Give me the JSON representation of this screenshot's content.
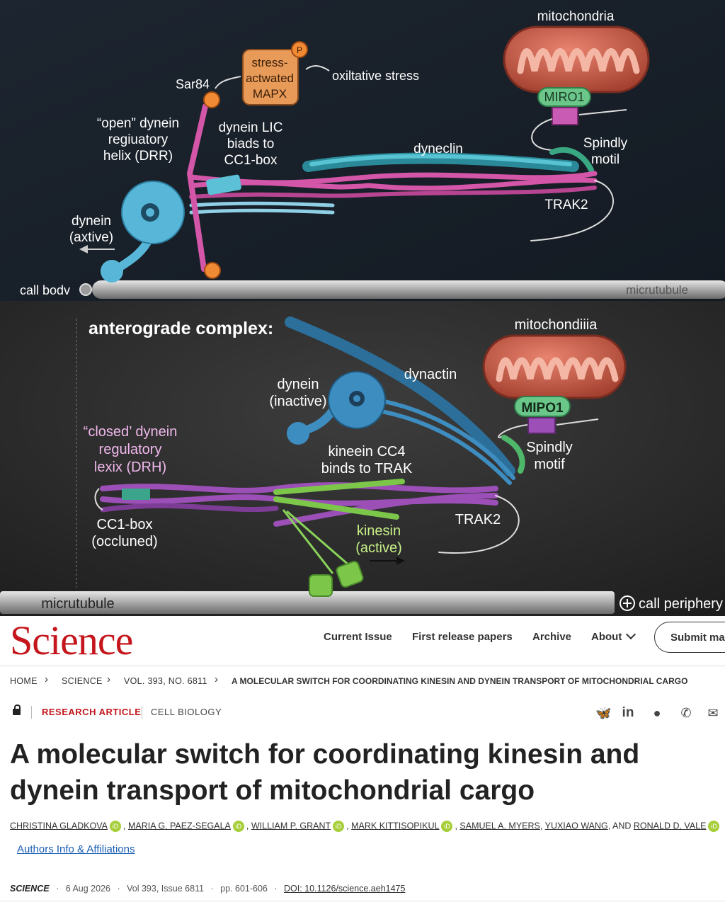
{
  "figure": {
    "top": {
      "mito_label": "mitochondria",
      "miro_label": "MIRO1",
      "mapk_label": [
        "stress-",
        "actwated",
        "MAPX"
      ],
      "phospho_label": "P",
      "sar_label": "Sar84",
      "stress_label": "oxiltative stress",
      "drr_label": [
        "“open” dynein",
        "regiuatory",
        "helix (DRR)"
      ],
      "lic_label": [
        "dynein LIC",
        "biads to",
        "CC1-box"
      ],
      "dynactin_label": "dyneclin",
      "spindly_label": [
        "Spindly",
        "motil"
      ],
      "trak_label": "TRAK2",
      "dynein_label": [
        "dynein",
        "(axtive)"
      ],
      "cellbody_label": "call bodv",
      "mt_label": "micrutubule"
    },
    "bottom": {
      "heading": "anterograde complex:",
      "mito_label": "mitochondiiia",
      "miro_label": "MIPO1",
      "dynactin_label": "dynactin",
      "dynein_label": [
        "dynein",
        "(inactive)"
      ],
      "drh_label": [
        "“closed’ dynein",
        "regulatory",
        "lexix (DRH)"
      ],
      "kinesin_cc_label": [
        "kineein CC4",
        "binds to TRAK"
      ],
      "spindly_label": [
        "Spindly",
        "motif"
      ],
      "trak_label": "TRAK2",
      "cc1_label": [
        "CC1-box",
        "(occluned)"
      ],
      "kinesin_label": [
        "kinesin",
        "(active)"
      ],
      "mt_label": "micrutubule",
      "periphery_label": "call periphery"
    }
  },
  "nav": {
    "logo": "Science",
    "links": [
      "Current Issue",
      "First release papers",
      "Archive",
      "About"
    ],
    "submit": "Submit ma"
  },
  "breadcrumb": [
    "HOME",
    "SCIENCE",
    "VOL. 393, NO. 6811",
    "A MOLECULAR SWITCH FOR COORDINATING KINESIN AND DYNEIN TRANSPORT OF MITOCHONDRIAL CARGO"
  ],
  "article": {
    "type": "RESEARCH ARTICLE",
    "section": "CELL BIOLOGY",
    "title": "A molecular switch for coordinating kinesin and dynein transport of mitochondrial cargo",
    "authors": [
      "CHRISTINA GLADKOVA",
      "MARIA G. PAEZ-SEGALA",
      "WILLIAM P. GRANT",
      "MARK KITTISOPIKUL",
      "SAMUEL A. MYERS",
      "YUXIAO WANG",
      "RONALD D. VALE"
    ],
    "orcid_text": "iD",
    "and_text": ", AND ",
    "affiliations": "Authors Info & Affiliations",
    "journal": "SCIENCE",
    "date": "6 Aug 2026",
    "volume": "Vol 393, Issue 6811",
    "pages": "pp. 601-606",
    "doi": "DOI: 10.1126/science.aeh1475"
  },
  "colors": {
    "brand": "#c4161c",
    "orcid": "#a6ce39",
    "link": "#1a5fb4"
  }
}
